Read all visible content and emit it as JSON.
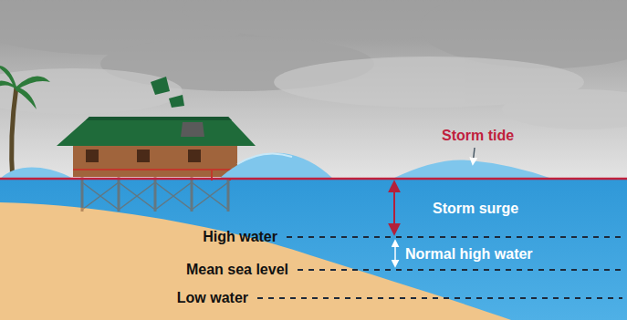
{
  "diagram": {
    "labels": [
      "Storm tide",
      "Storm surge",
      "High water",
      "Normal high water",
      "Mean sea level",
      "Low water"
    ]
  }
}
